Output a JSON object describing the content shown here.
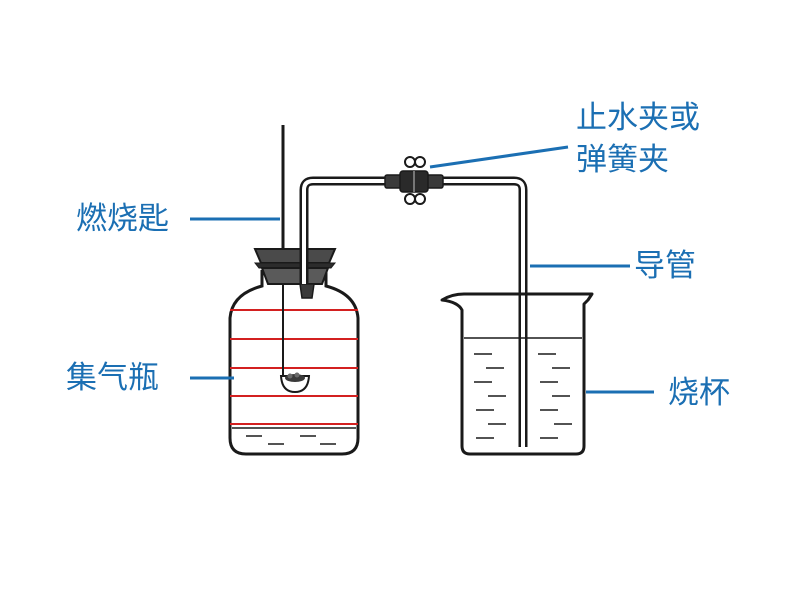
{
  "labels": {
    "spoon": "燃烧匙",
    "clamp_line1": "止水夹或",
    "clamp_line2": "弹簧夹",
    "tube": "导管",
    "bottle": "集气瓶",
    "beaker": "烧杯"
  },
  "colors": {
    "label": "#1b6fb3",
    "leader": "#1b6fb3",
    "outline": "#1a1a1a",
    "division_lines": "#d32020",
    "stopper": "#3a3a3a"
  }
}
